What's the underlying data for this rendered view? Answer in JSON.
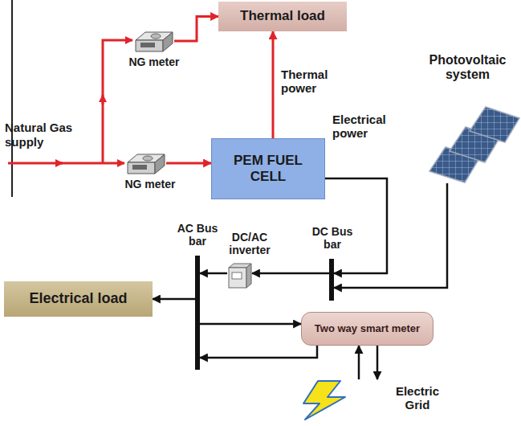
{
  "diagram": {
    "nodes": [
      {
        "text": [
          "Thermal load"
        ]
      },
      {
        "text": [
          "NG meter"
        ]
      },
      {
        "text": [
          "PEM FUEL CELL"
        ]
      },
      {
        "text": [
          "NG meter"
        ]
      },
      {
        "text": [
          "Photovoltaic system"
        ]
      },
      {
        "text": [
          "DC/AC inverter"
        ]
      },
      {
        "text": [
          "DC Bus bar"
        ]
      },
      {
        "text": [
          "AC Bus bar"
        ]
      },
      {
        "text": [
          "Electrical load"
        ]
      },
      {
        "text": [
          "Two way smart meter"
        ]
      },
      {
        "text": [
          "Electric Grid"
        ]
      }
    ],
    "edges": [
      {
        "from": 1,
        "to": 0,
        "arrow": "to"
      },
      {
        "from": 3,
        "to": 2,
        "arrow": "to"
      },
      {
        "from": 2,
        "to": 0,
        "label": "Thermal power",
        "arrow": "to"
      },
      {
        "from": 2,
        "to": 6,
        "label": "Electrical power",
        "arrow": "to"
      },
      {
        "from": 4,
        "to": 6,
        "arrow": "to"
      },
      {
        "from": 6,
        "to": 5,
        "arrow": "to"
      },
      {
        "from": 5,
        "to": 7,
        "arrow": "to"
      },
      {
        "from": 7,
        "to": 8,
        "arrow": "to"
      },
      {
        "from": 7,
        "to": 9,
        "arrow": "to"
      },
      {
        "from": 9,
        "to": 7,
        "arrow": "to"
      },
      {
        "from": 10,
        "to": 9,
        "arrow": "to"
      },
      {
        "from": 9,
        "to": 10,
        "arrow": "to"
      }
    ],
    "labels": [
      "Natural Gas supply"
    ]
  }
}
